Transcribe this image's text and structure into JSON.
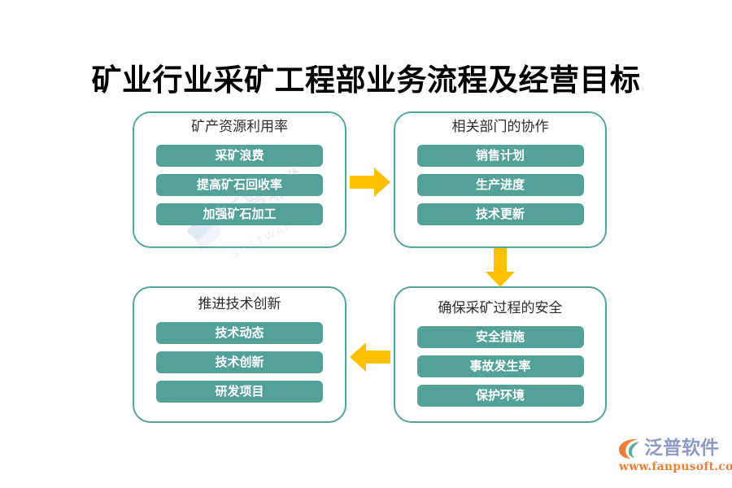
{
  "page": {
    "title": "矿业行业采矿工程部业务流程及经营目标",
    "background_color": "#ffffff"
  },
  "theme": {
    "teal_fill": "#53a199",
    "teal_border": "#56a59d",
    "arrow_color": "#ffc000",
    "title_color": "#000000",
    "group_title_color": "#2b2b2b",
    "pill_text_color": "#ffffff",
    "brand_name_color": "#8d9bc4",
    "brand_url_color": "#e8803a"
  },
  "diagram": {
    "type": "flow-cycle",
    "boxes": [
      {
        "id": "box-1",
        "title": "矿产资源利用率",
        "items": [
          "采矿浪费",
          "提高矿石回收率",
          "加强矿石加工"
        ]
      },
      {
        "id": "box-2",
        "title": "相关部门的协作",
        "items": [
          "销售计划",
          "生产进度",
          "技术更新"
        ]
      },
      {
        "id": "box-3",
        "title": "确保采矿过程的安全",
        "items": [
          "安全措施",
          "事故发生率",
          "保护环境"
        ]
      },
      {
        "id": "box-4",
        "title": "推进技术创新",
        "items": [
          "技术动态",
          "技术创新",
          "研发项目"
        ]
      }
    ],
    "arrows": [
      {
        "id": "arrow-right-1",
        "direction": "right",
        "from": "box-1",
        "to": "box-2"
      },
      {
        "id": "arrow-down-1",
        "direction": "down",
        "from": "box-2",
        "to": "box-3"
      },
      {
        "id": "arrow-left-1",
        "direction": "left",
        "from": "box-3",
        "to": "box-4"
      }
    ]
  },
  "watermark": {
    "text": "泛普软件",
    "subtext": "SOFTWARE"
  },
  "brand": {
    "name": "泛普软件",
    "url": "www.fanpusoft.com"
  }
}
